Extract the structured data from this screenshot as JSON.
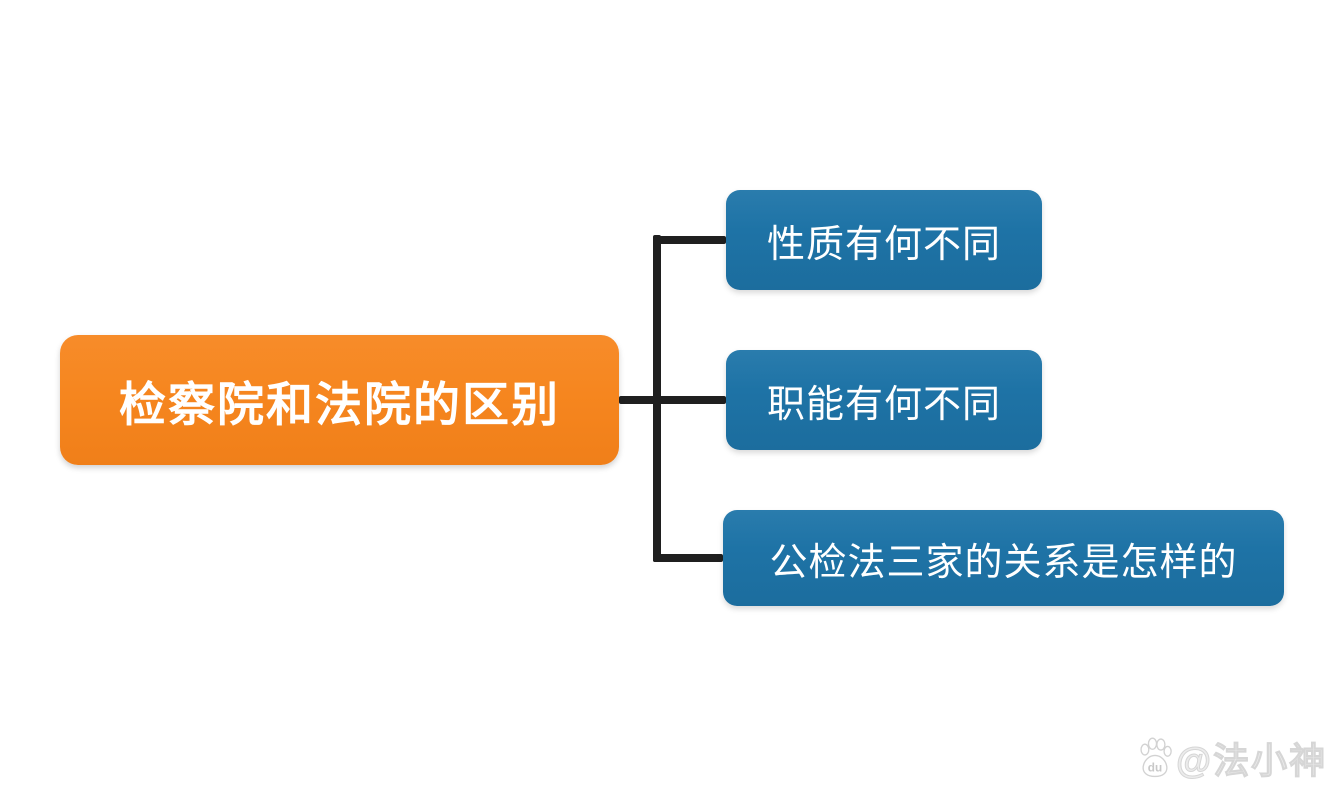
{
  "theme": {
    "canvas-bg": "#ffffff",
    "root-color": "#f6861f",
    "child-color": "#1e73a6",
    "node-text-color": "#ffffff",
    "connector-color": "#1f1f1f",
    "watermark-color": "#d6d6d6"
  },
  "mindmap": {
    "root": {
      "label": "检察院和法院的区别"
    },
    "children": [
      {
        "label": "性质有何不同"
      },
      {
        "label": "职能有何不同"
      },
      {
        "label": "公检法三家的关系是怎样的"
      }
    ]
  },
  "watermark": {
    "icon": "baidu-paw-icon",
    "icon_label": "du",
    "text": "@法小神"
  }
}
